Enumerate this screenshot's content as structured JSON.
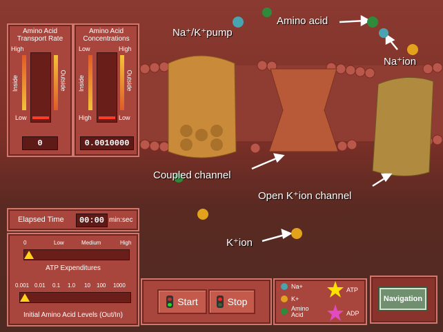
{
  "scene": {
    "pump_label": "Na⁺/K⁺pump",
    "amino_label": "Amino acid",
    "na_label": "Na⁺ion",
    "coupled_label": "Coupled channel",
    "open_channel_label": "Open  K⁺ion channel",
    "k_label": "K⁺ion"
  },
  "transport": {
    "title": "Amino Acid Transport Rate",
    "high": "High",
    "low": "Low",
    "inside": "Inside",
    "outside": "Outside",
    "value": "0"
  },
  "concentrations": {
    "title": "Amino Acid Concentrations",
    "low_left": "Low",
    "high_right": "High",
    "high_left": "High",
    "low_right": "Low",
    "inside": "Inside",
    "outside": "Outside",
    "value": "0.0010000"
  },
  "elapsed": {
    "label": "Elapsed Time",
    "value": "00:00",
    "unit": "min:sec"
  },
  "atp": {
    "ticks": [
      "0",
      "Low",
      "Medium",
      "High"
    ],
    "label": "ATP Expenditures",
    "level": 0
  },
  "initial": {
    "ticks": [
      "0.001",
      "0.01",
      "0.1",
      "1.0",
      "10",
      "100",
      "1000"
    ],
    "label": "Initial Amino Acid Levels (Out/In)",
    "level": 0
  },
  "controls": {
    "start": "Start",
    "stop": "Stop"
  },
  "legend": {
    "na": "Na+",
    "k": "K+",
    "amino": "Amino Acid",
    "atp": "ATP",
    "adp": "ADP"
  },
  "navigation": "Navigation",
  "colors": {
    "na": "#4aa3b0",
    "k": "#e3a21c",
    "amino": "#2f8a3c",
    "atp": "#ffe200",
    "adp": "#e24ac2"
  }
}
